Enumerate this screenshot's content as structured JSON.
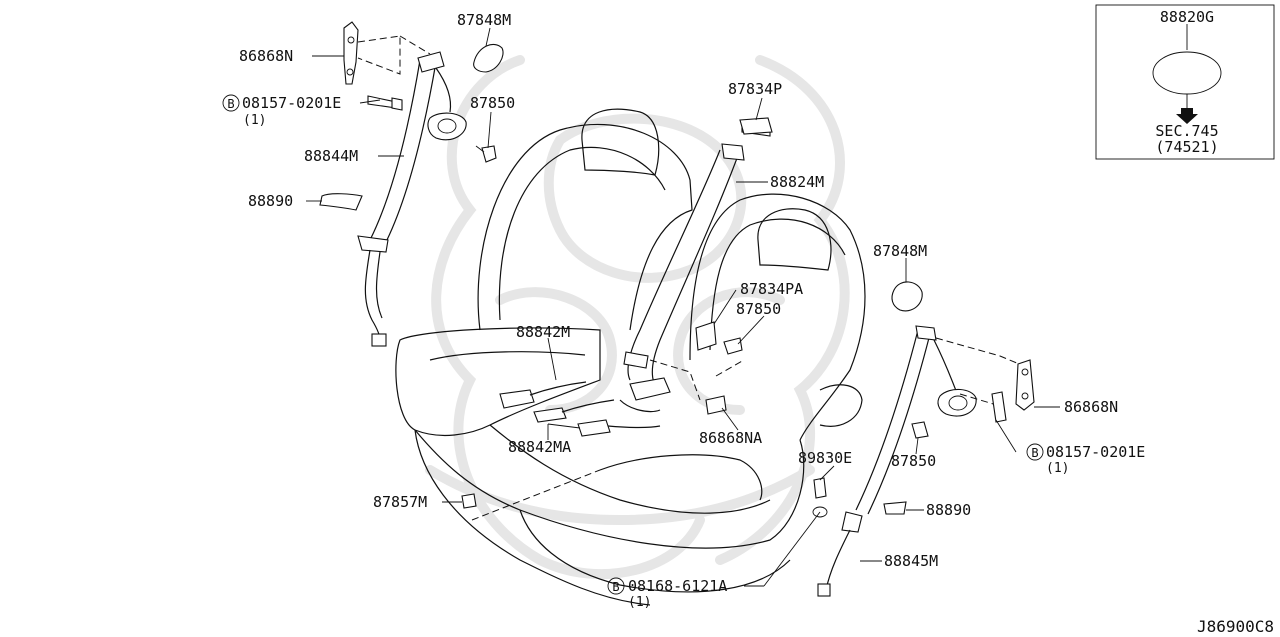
{
  "diagram_code": "J86900C8",
  "inset": {
    "part": "88820G",
    "ref_line1": "SEC.745",
    "ref_line2": "(74521)"
  },
  "callouts": {
    "p86868N_l": "86868N",
    "p87848M_t": "87848M",
    "p08157_l": "08157-0201E",
    "p08157_l_qty": "(1)",
    "p87850_t": "87850",
    "p88844M": "88844M",
    "p88890_l": "88890",
    "p87834P": "87834P",
    "p88824M": "88824M",
    "p87848M_r": "87848M",
    "p87834PA": "87834PA",
    "p87850_m": "87850",
    "p88842M": "88842M",
    "p88842MA": "88842MA",
    "p86868NA": "86868NA",
    "p86868N_r": "86868N",
    "p08157_r": "08157-0201E",
    "p08157_r_qty": "(1)",
    "p87850_r": "87850",
    "p89830E": "89830E",
    "p87857M": "87857M",
    "p88890_r": "88890",
    "p88845M": "88845M",
    "p08168": "08168-6121A",
    "p08168_qty": "(1)"
  },
  "bolt_symbol": "B"
}
